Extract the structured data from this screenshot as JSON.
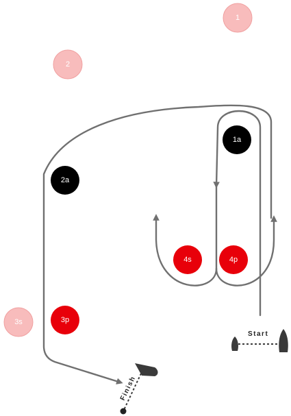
{
  "colors": {
    "route": "#707070",
    "mark_red": "#e8000a",
    "mark_pale": "#f8bcbc",
    "mark_pale_text": "#ffffff",
    "mark_black": "#000000",
    "boat": "#3a3a3a",
    "background": "#ffffff"
  },
  "marks": {
    "m1": {
      "label": "1",
      "type": "pale"
    },
    "m2": {
      "label": "2",
      "type": "pale"
    },
    "m1a": {
      "label": "1a",
      "type": "black"
    },
    "m2a": {
      "label": "2a",
      "type": "black"
    },
    "m4s": {
      "label": "4s",
      "type": "red"
    },
    "m4p": {
      "label": "4p",
      "type": "red"
    },
    "m3s": {
      "label": "3s",
      "type": "pale"
    },
    "m3p": {
      "label": "3p",
      "type": "red"
    }
  },
  "start": {
    "label": "Start"
  },
  "finish": {
    "label": "Finish"
  }
}
